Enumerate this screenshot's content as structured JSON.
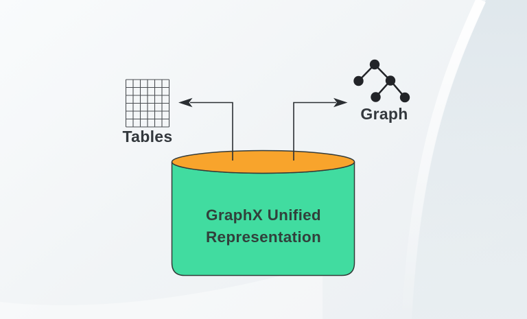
{
  "diagram": {
    "source": {
      "shape": "cylinder",
      "label": "GraphX Unified Representation",
      "label_line1": "GraphX Unified",
      "label_line2": "Representation",
      "top_color": "#F8A42C",
      "body_color": "#41DCA0",
      "outline_color": "#333A38",
      "text_color": "#31403B"
    },
    "targets": [
      {
        "label": "Tables",
        "icon": "table-grid-icon",
        "arrow_direction": "left"
      },
      {
        "label": "Graph",
        "icon": "graph-network-icon",
        "arrow_direction": "right"
      }
    ],
    "label_color": "#33383D",
    "icon_color": "#222428",
    "arrow_color": "#2A2E32",
    "background_color": "#F0F3F5"
  }
}
